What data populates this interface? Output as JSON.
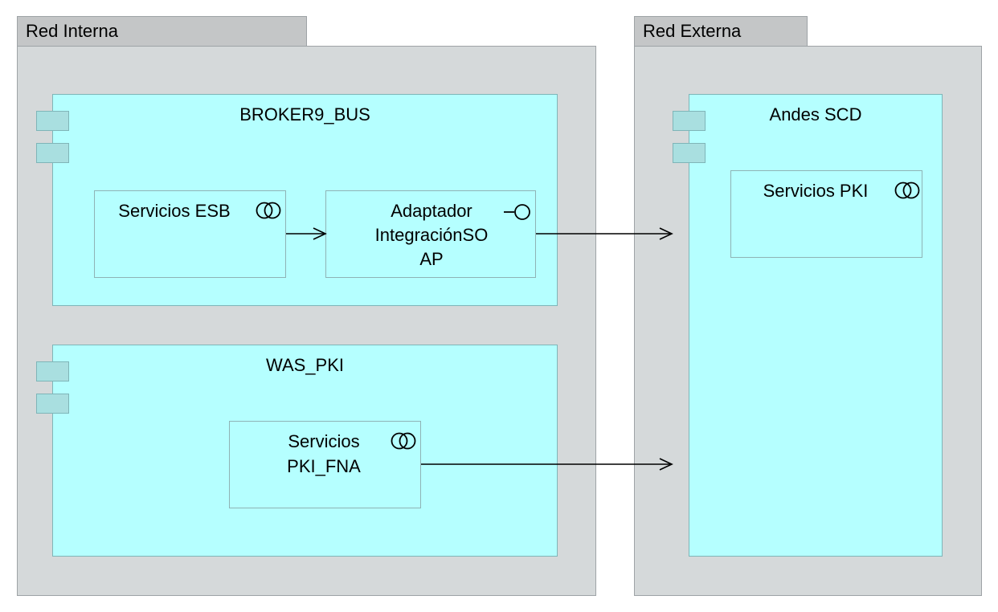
{
  "groups": {
    "internal": {
      "label": "Red Interna"
    },
    "external": {
      "label": "Red Externa"
    }
  },
  "nodes": {
    "broker": {
      "title": "BROKER9_BUS"
    },
    "was": {
      "title": "WAS_PKI"
    },
    "andes": {
      "title": "Andes SCD"
    }
  },
  "services": {
    "esb": {
      "label": "Servicios ESB",
      "icon": "service-icon"
    },
    "adapter": {
      "line1": "Adaptador",
      "line2": "IntegraciónSO",
      "line3": "AP",
      "icon": "interface-icon"
    },
    "pki_fna": {
      "line1": "Servicios",
      "line2": "PKI_FNA",
      "icon": "service-icon"
    },
    "pki": {
      "label": "Servicios PKI",
      "icon": "service-icon"
    }
  },
  "colors": {
    "group_fill": "#d5d9da",
    "group_tab": "#c4c6c7",
    "node_fill": "#b5ffff",
    "node_border": "#7fb5b8",
    "arrow": "#000000"
  }
}
